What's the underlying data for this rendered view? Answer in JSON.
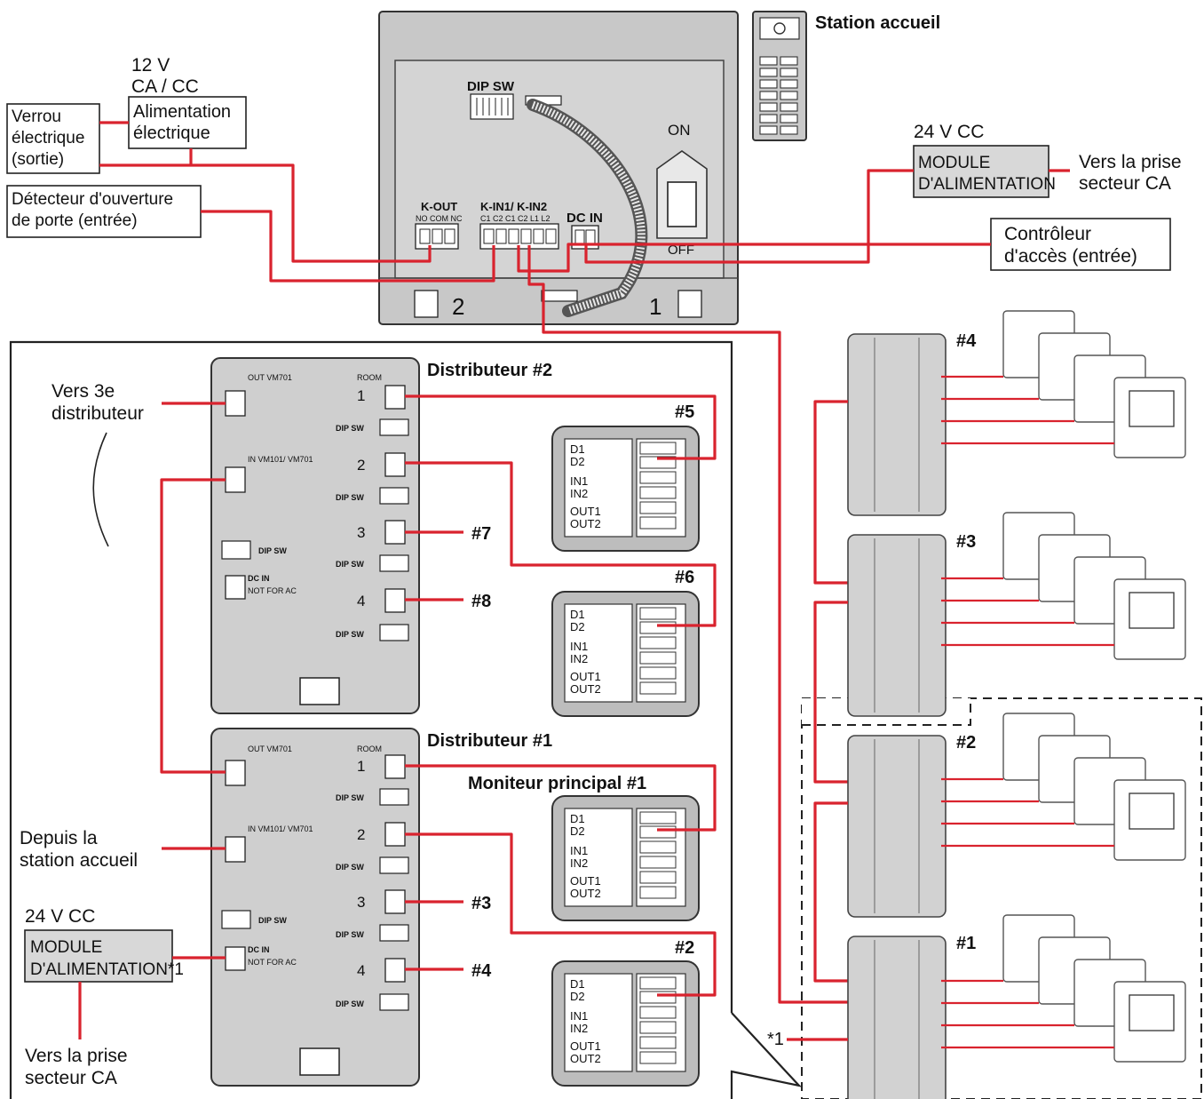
{
  "labels": {
    "station_accueil": "Station accueil",
    "v12": "12 V",
    "ca_cc": "CA / CC",
    "alim1": "Alimentation",
    "alim2": "électrique",
    "verrou1": "Verrou",
    "verrou2": "électrique",
    "verrou3": "(sortie)",
    "detect1": "Détecteur d'ouverture",
    "detect2": "de porte (entrée)",
    "dip_sw": "DIP SW",
    "on": "ON",
    "off": "OFF",
    "kout": "K-OUT",
    "kout_pins": "NO COM NC",
    "kin": "K-IN1/ K-IN2",
    "kin_pins": "C1 C2 C1 C2 L1 L2",
    "dcin": "DC IN",
    "num1": "1",
    "num2": "2",
    "v24_top": "24 V CC",
    "module1": "MODULE",
    "module2": "D'ALIMENTATION",
    "module2_star": "D'ALIMENTATION*1",
    "vers_prise1": "Vers la prise",
    "vers_prise2": "secteur CA",
    "ctrl1": "Contrôleur",
    "ctrl2": "d'accès (entrée)",
    "distrib2": "Distributeur #2",
    "distrib1": "Distributeur #1",
    "vers3e1": "Vers 3e",
    "vers3e2": "distributeur",
    "depuis1": "Depuis la",
    "depuis2": "station accueil",
    "v24_bottom": "24 V CC",
    "moniteur_principal": "Moniteur principal #1",
    "star1": "*1",
    "out_vm": "OUT VM701",
    "in_vm": "IN VM101/ VM701",
    "room": "ROOM",
    "l1": "L1",
    "l2": "L2",
    "d1": "D1",
    "d2": "D2",
    "in1": "IN1",
    "in2": "IN2",
    "out1": "OUT1",
    "out2": "OUT2",
    "dcin_pins": "NOT FOR AC"
  },
  "room_numbers": [
    "1",
    "2",
    "3",
    "4"
  ],
  "monitor_tags": [
    "#5",
    "#6",
    "#7",
    "#8",
    "#3",
    "#4",
    "#2"
  ],
  "unit_tags": [
    "#4",
    "#3",
    "#2",
    "#1"
  ],
  "colors": {
    "wire": "#d9232e",
    "panel": "#c8c8c8"
  }
}
